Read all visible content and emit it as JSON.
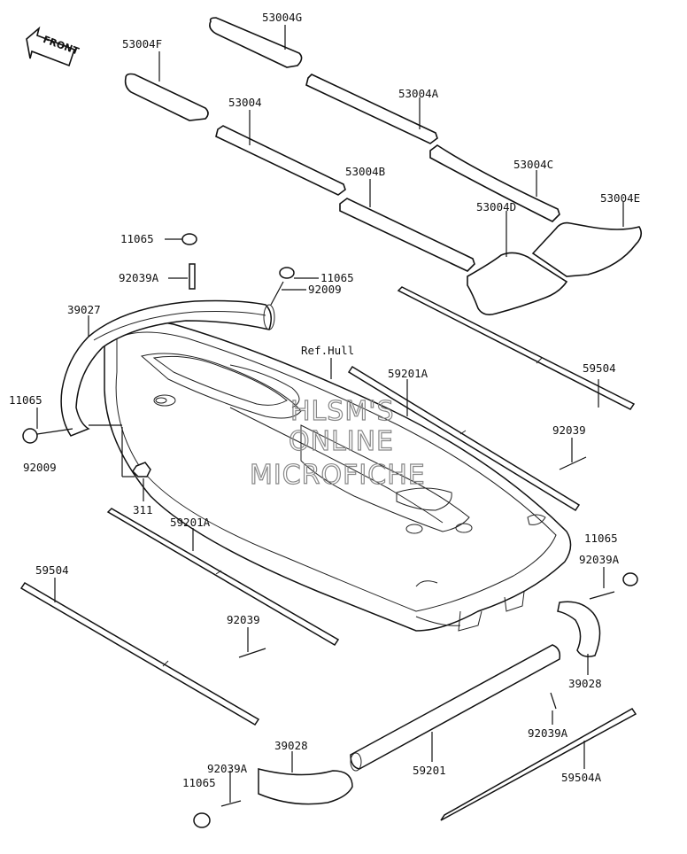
{
  "front_label": "FRONT",
  "watermark": [
    "HLSM'S",
    "ONLINE",
    "MICROFICHE"
  ],
  "ref_hull": "Ref.Hull",
  "labels": {
    "p53004G": "53004G",
    "p53004F": "53004F",
    "p53004A": "53004A",
    "p53004": "53004",
    "p53004C": "53004C",
    "p53004B": "53004B",
    "p53004E": "53004E",
    "p53004D": "53004D",
    "p11065_top": "11065",
    "p92039A_top": "92039A",
    "p11065_mid": "11065",
    "p92009_mid": "92009",
    "p39027": "39027",
    "p59504_right": "59504",
    "p59201A_right": "59201A",
    "p11065_left": "11065",
    "p92039_right": "92039",
    "p92009_left": "92009",
    "p311": "311",
    "p59201A_left": "59201A",
    "p59504_left": "59504",
    "p11065_right": "11065",
    "p92039A_right": "92039A",
    "p92039_left": "92039",
    "p39028_right": "39028",
    "p92039A_bottom": "92039A",
    "p39028_bottom": "39028",
    "p92039A_botleft": "92039A",
    "p59201": "59201",
    "p11065_bottom": "11065",
    "p59504A": "59504A"
  }
}
